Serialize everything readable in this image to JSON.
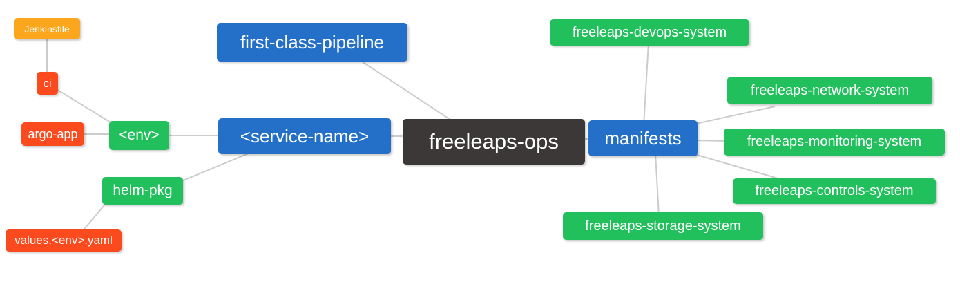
{
  "diagram": {
    "title": "freeleaps-ops mind map",
    "background": "#ffffff",
    "edge_color": "#cccccc",
    "text_color": "#ffffff",
    "palette": {
      "dark": "#3B3837",
      "blue": "#2470C8",
      "green": "#21C05C",
      "red": "#FB4A1E",
      "orange": "#FBA61D"
    },
    "nodes": [
      {
        "id": "jenkinsfile",
        "label": "Jenkinsfile",
        "color": "orange",
        "level": 4
      },
      {
        "id": "ci",
        "label": "ci",
        "color": "red",
        "level": 3
      },
      {
        "id": "argo-app",
        "label": "argo-app",
        "color": "red",
        "level": 3
      },
      {
        "id": "env",
        "label": "<env>",
        "color": "green",
        "level": 2
      },
      {
        "id": "helm-pkg",
        "label": "helm-pkg",
        "color": "green",
        "level": 2
      },
      {
        "id": "values-env-yaml",
        "label": "values.<env>.yaml",
        "color": "red",
        "level": 3
      },
      {
        "id": "first-class-pipeline",
        "label": "first-class-pipeline",
        "color": "blue",
        "level": 1
      },
      {
        "id": "service-name",
        "label": "<service-name>",
        "color": "blue",
        "level": 1
      },
      {
        "id": "freeleaps-ops",
        "label": "freeleaps-ops",
        "color": "dark",
        "level": 0
      },
      {
        "id": "manifests",
        "label": "manifests",
        "color": "blue",
        "level": 1
      },
      {
        "id": "freeleaps-devops-system",
        "label": "freeleaps-devops-system",
        "color": "green",
        "level": 2
      },
      {
        "id": "freeleaps-network-system",
        "label": "freeleaps-network-system",
        "color": "green",
        "level": 2
      },
      {
        "id": "freeleaps-monitoring-system",
        "label": "freeleaps-monitoring-system",
        "color": "green",
        "level": 2
      },
      {
        "id": "freeleaps-controls-system",
        "label": "freeleaps-controls-system",
        "color": "green",
        "level": 2
      },
      {
        "id": "freeleaps-storage-system",
        "label": "freeleaps-storage-system",
        "color": "green",
        "level": 2
      }
    ],
    "edges": [
      {
        "from": "jenkinsfile",
        "to": "ci"
      },
      {
        "from": "ci",
        "to": "env"
      },
      {
        "from": "argo-app",
        "to": "env"
      },
      {
        "from": "env",
        "to": "service-name"
      },
      {
        "from": "helm-pkg",
        "to": "service-name"
      },
      {
        "from": "values-env-yaml",
        "to": "helm-pkg"
      },
      {
        "from": "first-class-pipeline",
        "to": "freeleaps-ops"
      },
      {
        "from": "service-name",
        "to": "freeleaps-ops"
      },
      {
        "from": "freeleaps-ops",
        "to": "manifests"
      },
      {
        "from": "manifests",
        "to": "freeleaps-devops-system"
      },
      {
        "from": "manifests",
        "to": "freeleaps-network-system"
      },
      {
        "from": "manifests",
        "to": "freeleaps-monitoring-system"
      },
      {
        "from": "manifests",
        "to": "freeleaps-controls-system"
      },
      {
        "from": "manifests",
        "to": "freeleaps-storage-system"
      }
    ]
  }
}
